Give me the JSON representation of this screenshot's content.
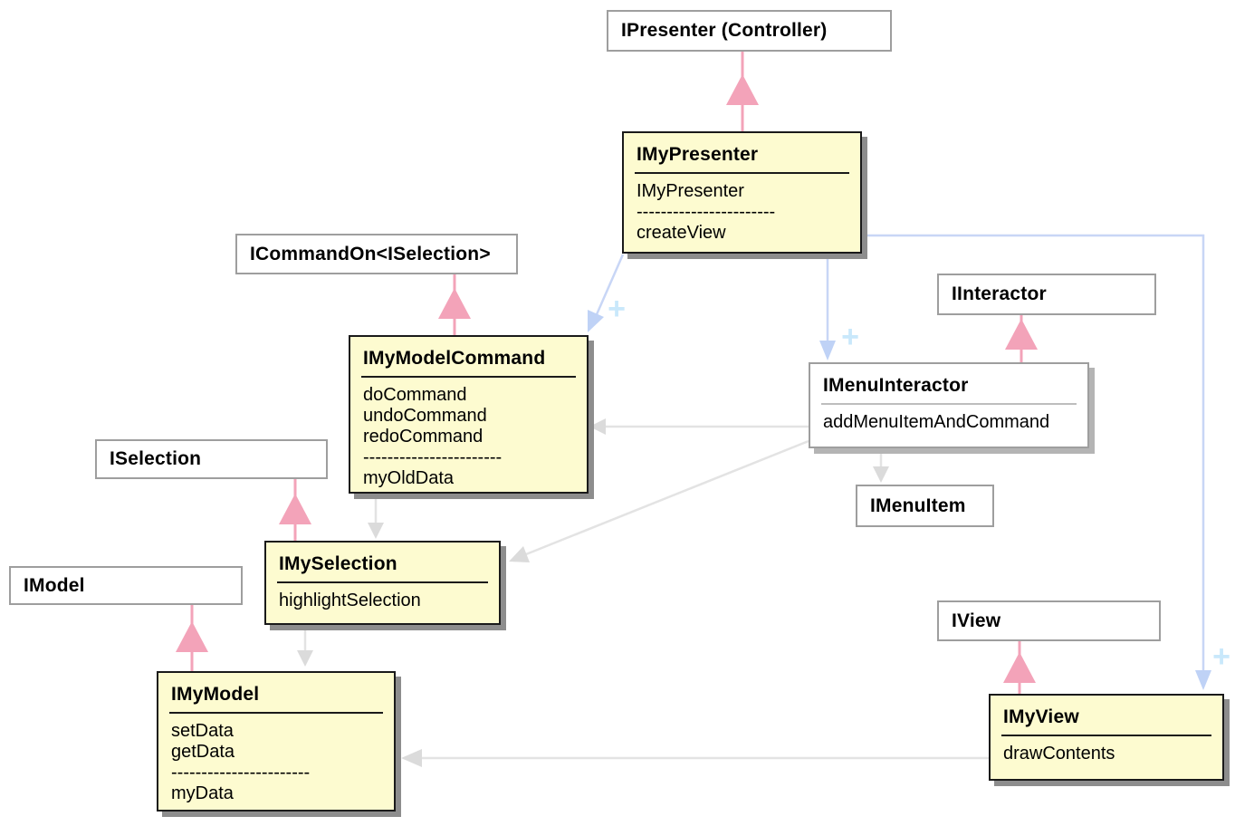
{
  "diagram": {
    "interfaces": {
      "ipresenter": {
        "label": "IPresenter (Controller)"
      },
      "icommandon": {
        "label": "ICommandOn<ISelection>"
      },
      "iinteractor": {
        "label": "IInteractor"
      },
      "imenuitem": {
        "label": "IMenuItem"
      },
      "iselection": {
        "label": "ISelection"
      },
      "imodel": {
        "label": "IModel"
      },
      "iview": {
        "label": "IView"
      }
    },
    "classes": {
      "imypresenter": {
        "title": "IMyPresenter",
        "members": [
          "IMyPresenter",
          "-----------------------",
          "createView"
        ]
      },
      "imymodelcommand": {
        "title": "IMyModelCommand",
        "members": [
          "doCommand",
          "undoCommand",
          "redoCommand",
          "-----------------------",
          "myOldData"
        ]
      },
      "imenuinteractor": {
        "title": "IMenuInteractor",
        "members": [
          "addMenuItemAndCommand"
        ]
      },
      "imyselection": {
        "title": "IMySelection",
        "members": [
          "highlightSelection"
        ]
      },
      "imymodel": {
        "title": "IMyModel",
        "members": [
          "setData",
          "getData",
          "-----------------------",
          "myData"
        ]
      },
      "imyview": {
        "title": "IMyView",
        "members": [
          "drawContents"
        ]
      }
    },
    "plus_label": "+",
    "relations": [
      {
        "type": "inheritance",
        "from": "IMyPresenter",
        "to": "IPresenter (Controller)"
      },
      {
        "type": "inheritance",
        "from": "IMyModelCommand",
        "to": "ICommandOn<ISelection>"
      },
      {
        "type": "inheritance",
        "from": "IMenuInteractor",
        "to": "IInteractor"
      },
      {
        "type": "inheritance",
        "from": "IMySelection",
        "to": "ISelection"
      },
      {
        "type": "inheritance",
        "from": "IMyModel",
        "to": "IModel"
      },
      {
        "type": "inheritance",
        "from": "IMyView",
        "to": "IView"
      },
      {
        "type": "aggregation",
        "from": "IMyPresenter",
        "to": "IMyModelCommand",
        "label": "+"
      },
      {
        "type": "aggregation",
        "from": "IMyPresenter",
        "to": "IMenuInteractor",
        "label": "+"
      },
      {
        "type": "aggregation",
        "from": "IMyPresenter",
        "to": "IMyView",
        "label": "+"
      },
      {
        "type": "dependency",
        "from": "IMyModelCommand",
        "to": "IMySelection"
      },
      {
        "type": "dependency",
        "from": "IMenuInteractor",
        "to": "IMyModelCommand"
      },
      {
        "type": "dependency",
        "from": "IMenuInteractor",
        "to": "IMySelection"
      },
      {
        "type": "dependency",
        "from": "IMenuInteractor",
        "to": "IMenuItem"
      },
      {
        "type": "dependency",
        "from": "IMySelection",
        "to": "IMyModel"
      },
      {
        "type": "dependency",
        "from": "IMyView",
        "to": "IMyModel"
      }
    ],
    "colors": {
      "class_fill": "#FDFBD0",
      "class_border": "#1A1A1A",
      "interface_border": "#9E9E9E",
      "box_shadow": "#8D8D8D",
      "inheritance_arrow": "#F3A3B9",
      "aggregation_arrow": "#C8D6F6",
      "aggregation_plus": "#C9E8FB",
      "dependency_arrow": "#E3E3E3"
    }
  }
}
